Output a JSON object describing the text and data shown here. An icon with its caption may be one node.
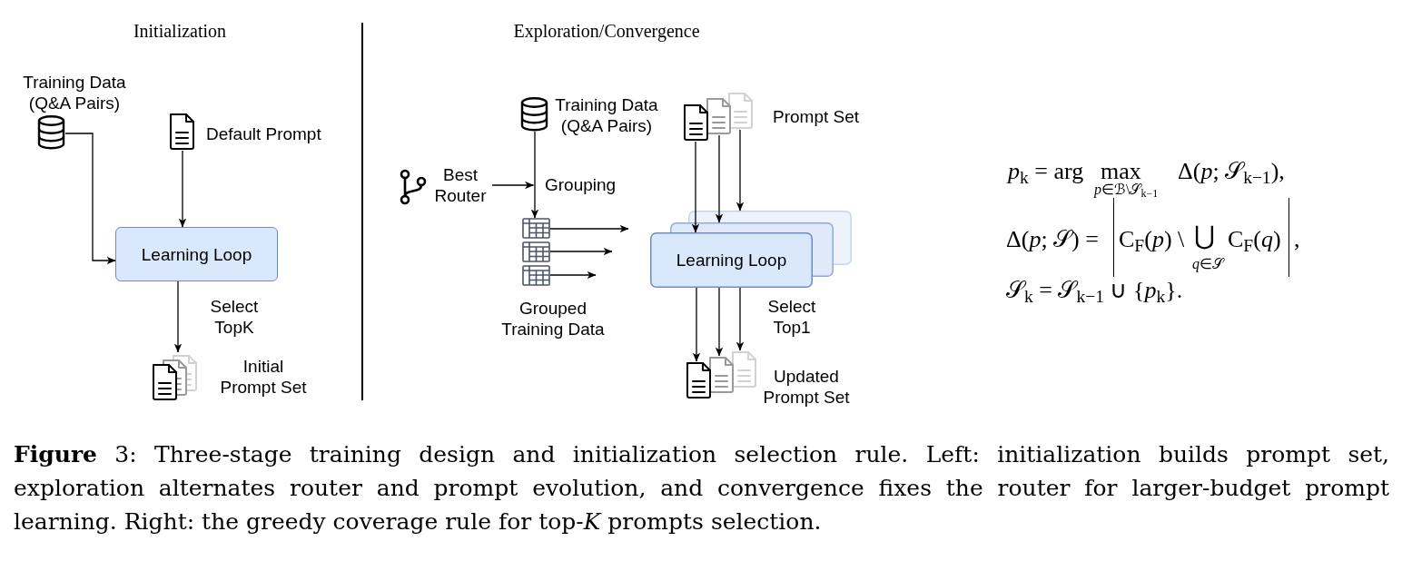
{
  "diagram": {
    "caption": "**Figure** 3: Three-stage training design and initialization selection rule. Left: initialization builds prompt set, exploration alternates router and prompt evolution, and convergence fixes the router for larger-budget prompt learning. Right: the greedy coverage rule for top-*K* prompts selection.",
    "nodes": [
      {
        "text": [],
        "shape": "cylinder",
        "beside": [
          "Training Data (Q&A Pairs)"
        ]
      },
      {
        "text": [
          "Default Prompt"
        ]
      },
      {
        "text": [
          "Learning Loop"
        ]
      },
      {
        "text": [
          "Initial Prompt Set"
        ]
      },
      {
        "text": [],
        "shape": "cylinder",
        "beside": [
          "Training Data (Q&A Pairs)"
        ]
      },
      {
        "text": [
          "Prompt Set"
        ]
      },
      {
        "text": [],
        "shape": "document",
        "in": 5
      },
      {
        "text": [],
        "shape": "document",
        "in": 5
      },
      {
        "text": [],
        "shape": "document",
        "in": 5
      },
      {
        "text": [
          "Best Router"
        ]
      },
      {
        "text": [
          "Grouped Training Data"
        ]
      },
      {
        "text": [],
        "shape": "table",
        "in": 10
      },
      {
        "text": [],
        "shape": "table",
        "in": 10
      },
      {
        "text": [],
        "shape": "table",
        "in": 10
      },
      {
        "text": [
          "Learning Loop"
        ]
      },
      {
        "text": [
          "Updated Prompt Set"
        ]
      },
      {
        "text": [],
        "shape": "document",
        "in": 15
      },
      {
        "text": [],
        "shape": "document",
        "in": 15
      },
      {
        "text": [],
        "shape": "document",
        "in": 15
      }
    ],
    "edges": [
      {
        "from": 0,
        "to": 2,
        "arrow": "to"
      },
      {
        "from": 1,
        "to": 2,
        "arrow": "to"
      },
      {
        "from": 2,
        "to": 3,
        "arrow": "to",
        "label": "Select TopK"
      },
      {
        "from": 4,
        "to": 10,
        "arrow": "to",
        "label": "Grouping"
      },
      {
        "from": 9,
        "to": 10,
        "arrow": "to"
      },
      {
        "from": 6,
        "to": 14,
        "arrow": "to"
      },
      {
        "from": 7,
        "to": 14,
        "arrow": "to"
      },
      {
        "from": 8,
        "to": 14,
        "arrow": "to"
      },
      {
        "from": 11,
        "to": null,
        "arrow": "to"
      },
      {
        "from": 12,
        "to": null,
        "arrow": "to"
      },
      {
        "from": 13,
        "to": null,
        "arrow": "to"
      },
      {
        "from": 14,
        "to": 16,
        "arrow": "to"
      },
      {
        "from": 14,
        "to": 17,
        "arrow": "to"
      },
      {
        "from": 14,
        "to": 18,
        "arrow": "to",
        "label": "Select Top1"
      }
    ],
    "labels": [
      "Initialization",
      "Exploration/Convergence",
      "*p*$_{k}$ = arg",
      "max",
      "*p*∈ℬ\\𝒮$_{k−1}$",
      "Δ(*p*; 𝒮$_{k−1}$),",
      "Δ(*p*; 𝒮) =",
      "C$_{F}$(*p*) \\",
      "⋃",
      "*q*∈𝒮",
      "C$_{F}$(*q*)",
      ",",
      "𝒮$_{k}$ = 𝒮$_{k−1}$ ∪ {*p*$_{k}$}."
    ]
  }
}
